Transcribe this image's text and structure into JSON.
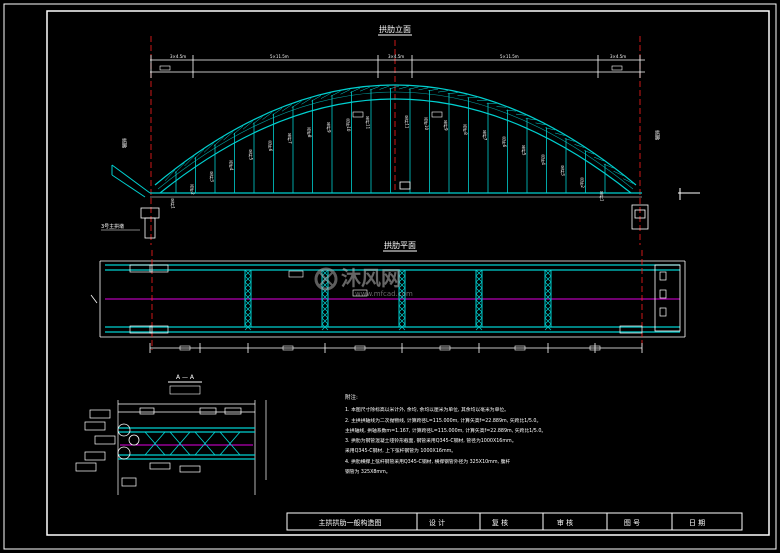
{
  "drawing": {
    "elevation_title": "拱肋立面",
    "plan_title": "拱肋平面",
    "section_title": "A — A",
    "left_support_label": "拱脚",
    "right_support_label": "拱脚",
    "pier_label": "3号主拱墩",
    "span_label_left": "5×11.5m",
    "span_label_right": "5×11.5m",
    "end_label_left": "3×4.5m",
    "end_label_right": "3×4.5m",
    "center_label": "3×4.5m",
    "hanger_labels_left": [
      "吊杆1",
      "吊杆2",
      "吊杆3",
      "吊杆4",
      "吊杆5",
      "吊杆6",
      "吊杆7",
      "吊杆8",
      "吊杆9",
      "吊杆10",
      "吊杆11"
    ],
    "hanger_labels_right": [
      "吊杆11",
      "吊杆10",
      "吊杆9",
      "吊杆8",
      "吊杆7",
      "吊杆6",
      "吊杆5",
      "吊杆4",
      "吊杆3",
      "吊杆2",
      "吊杆1"
    ]
  },
  "notes": {
    "heading": "附注:",
    "lines": [
      "1. 本图尺寸除标高以米计外, 余均, 余均以厘米为单位, 其余均以毫米为单位。",
      "2. 主拱拱轴线为二次抛物线, 计算跨径L=115.000m, 计算矢高f=22.889m, 矢跨比1/5.0。",
      "   主拱轴线, 拱轴系数m=1.167, 计算跨径L=115.000m, 计算矢高f=22.889m, 矢跨比1/5.0。",
      "3. 拱肋为钢管混凝土哑铃形截面, 钢管采用Q345-C钢材, 管径为1000X16mm。",
      "   采用Q345-C钢材, 上下弦杆钢管为 1000X16mm。",
      "4. 拱肋横撑上弦杆钢管采用Q345-C钢材, 横撑钢管外径为 325X10mm, 腹杆",
      "   钢管为 325X8mm。"
    ]
  },
  "title_block": {
    "drawing_name": "主拱拱肋一般构造图",
    "design": "设 计",
    "review": "复 核",
    "audit": "审 核",
    "drawing_no": "图 号",
    "date": "日 期"
  },
  "watermark": {
    "name": "沐风网",
    "url": "www.mfcad.com"
  },
  "colors": {
    "background": "#000000",
    "line": "#ffffff",
    "arch": "#00c8c8",
    "centerline": "#e000e0",
    "axis": "#ff0000"
  }
}
